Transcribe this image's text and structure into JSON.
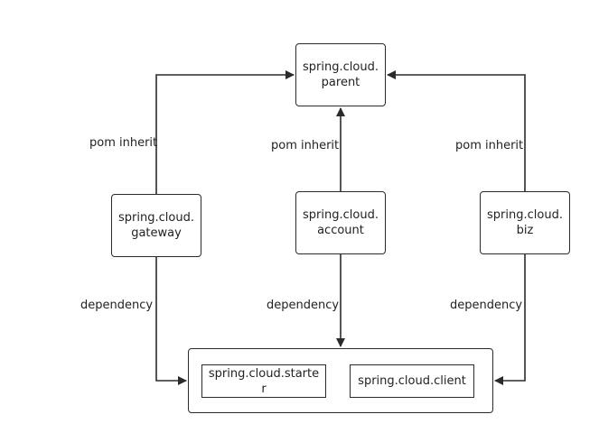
{
  "nodes": {
    "parent": [
      "spring.cloud.",
      "parent"
    ],
    "gateway": [
      "spring.cloud.",
      "gateway"
    ],
    "account": [
      "spring.cloud.",
      "account"
    ],
    "biz": [
      "spring.cloud.",
      "biz"
    ],
    "starter": [
      "spring.cloud.starte",
      "r"
    ],
    "client": [
      "spring.cloud.client"
    ]
  },
  "edge_labels": {
    "gateway_parent": "pom inherit",
    "account_parent": "pom inherit",
    "biz_parent": "pom inherit",
    "gateway_common": "dependency",
    "account_common": "dependency",
    "biz_common": "dependency"
  },
  "colors": {
    "line": "#2b2b2b",
    "text": "#222222"
  }
}
